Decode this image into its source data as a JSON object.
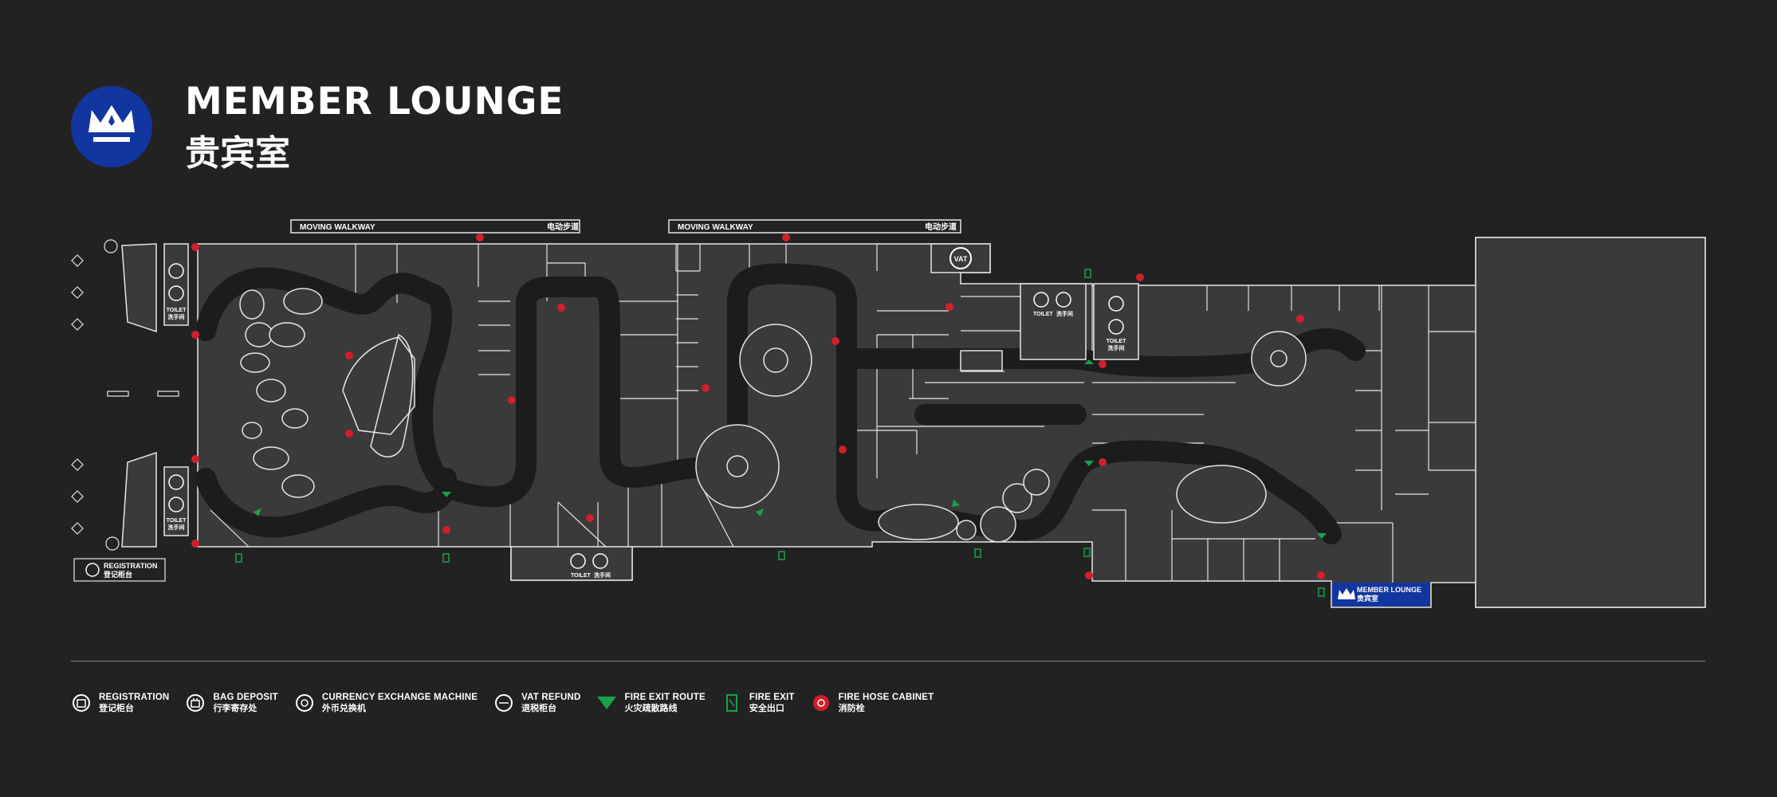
{
  "header": {
    "title_en": "MEMBER LOUNGE",
    "title_zh": "贵宾室"
  },
  "map": {
    "walkway_left": {
      "en": "MOVING WALKWAY",
      "zh": "电动步道"
    },
    "walkway_right": {
      "en": "MOVING WALKWAY",
      "zh": "电动步道"
    },
    "toilet_en": "TOILET",
    "toilet_zh": "洗手间",
    "vat_label": "VAT",
    "registration_en": "REGISTRATION",
    "registration_zh": "登记柜台",
    "lounge_en": "MEMBER LOUNGE",
    "lounge_zh": "贵宾室"
  },
  "legend": [
    {
      "icon": "registration-icon",
      "en": "REGISTRATION",
      "zh": "登记柜台"
    },
    {
      "icon": "bag-deposit-icon",
      "en": "BAG DEPOSIT",
      "zh": "行李寄存处"
    },
    {
      "icon": "currency-exchange-icon",
      "en": "CURRENCY EXCHANGE MACHINE",
      "zh": "外币兑换机"
    },
    {
      "icon": "vat-refund-icon",
      "en": "VAT REFUND",
      "zh": "退税柜台"
    },
    {
      "icon": "fire-exit-route-icon",
      "en": "FIRE EXIT ROUTE",
      "zh": "火灾疏散路线"
    },
    {
      "icon": "fire-exit-icon",
      "en": "FIRE EXIT",
      "zh": "安全出口"
    },
    {
      "icon": "fire-hose-cabinet-icon",
      "en": "FIRE HOSE CABINET",
      "zh": "消防栓"
    }
  ],
  "colors": {
    "background": "#232223",
    "shop": "#3a3a3a",
    "corridor": "#1c1c1c",
    "line": "#e6e6e6",
    "brand_blue": "#1236a0",
    "fire_red": "#d21f2b",
    "exit_green": "#17a34a"
  }
}
